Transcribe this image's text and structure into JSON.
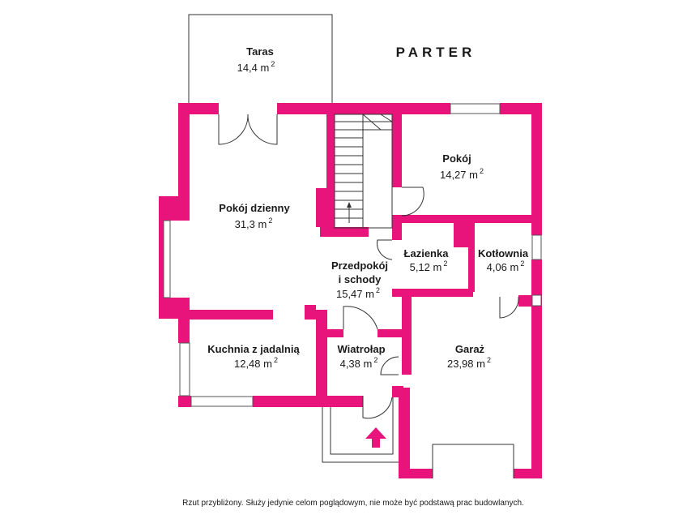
{
  "floor_title": "PARTER",
  "area_unit": "m",
  "area_exponent": "2",
  "rooms": [
    {
      "id": "taras",
      "name": "Taras",
      "area": "14,4"
    },
    {
      "id": "pokoj",
      "name": "Pokój",
      "area": "14,27"
    },
    {
      "id": "pokoj-dzienny",
      "name": "Pokój dzienny",
      "area": "31,3"
    },
    {
      "id": "lazienka",
      "name": "Łazienka",
      "area": "5,12"
    },
    {
      "id": "kotlownia",
      "name": "Kotłownia",
      "area": "4,06"
    },
    {
      "id": "przedpokoj",
      "name": "Przedpokój",
      "name2": "i schody",
      "area": "15,47"
    },
    {
      "id": "kuchnia",
      "name": "Kuchnia z jadalnią",
      "area": "12,48"
    },
    {
      "id": "wiatrolap",
      "name": "Wiatrołap",
      "area": "4,38"
    },
    {
      "id": "garaz",
      "name": "Garaż",
      "area": "23,98"
    }
  ],
  "disclaimer": "Rzut przybliżony. Służy jedynie celom poglądowym, nie może być podstawą prac budowlanych.",
  "colors": {
    "wall": "#e8137b",
    "entrance_arrow": "#e8137b",
    "lines": "#333333"
  },
  "icons": {
    "entrance": "entrance-arrow-icon",
    "stairs_direction": "stairs-arrow-icon"
  }
}
